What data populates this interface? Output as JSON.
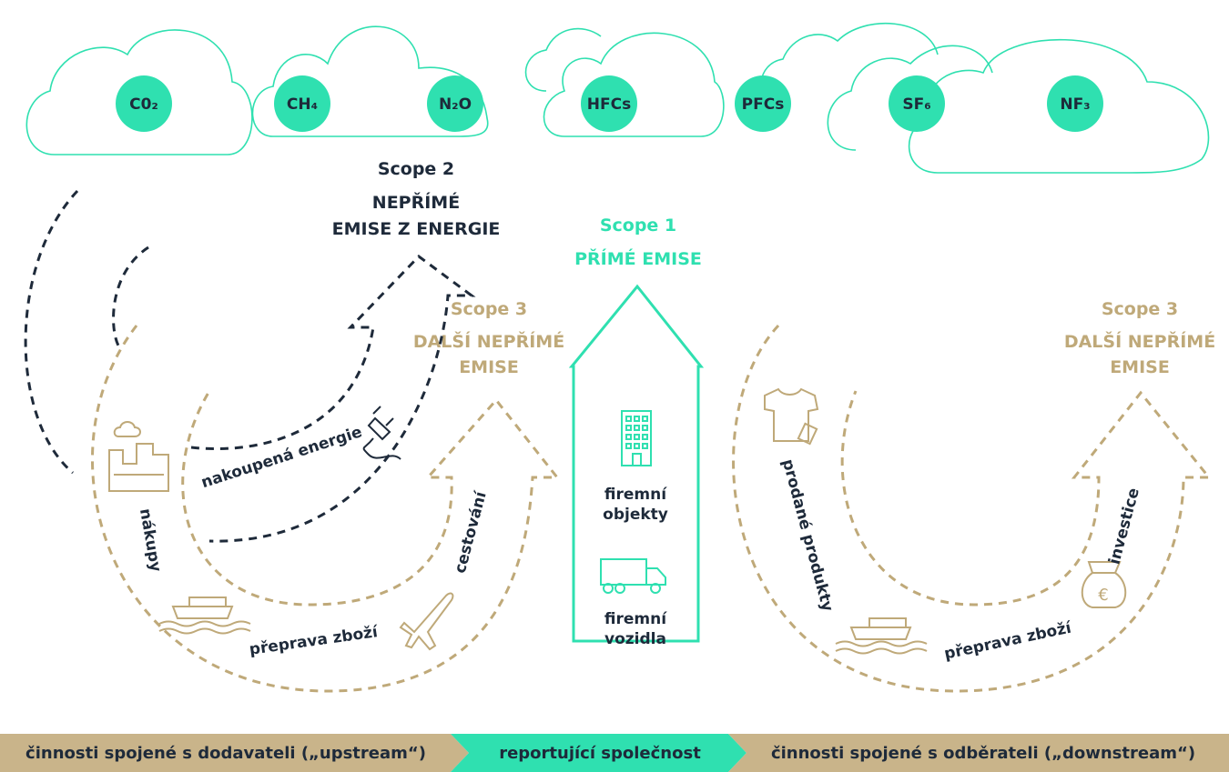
{
  "gases": [
    {
      "label": "C0₂"
    },
    {
      "label": "CH₄"
    },
    {
      "label": "N₂O"
    },
    {
      "label": "HFCs"
    },
    {
      "label": "PFCs"
    },
    {
      "label": "SF₆"
    },
    {
      "label": "NF₃"
    }
  ],
  "scope2": {
    "title": "Scope 2",
    "line1": "NEPŘÍMÉ",
    "line2": "EMISE Z ENERGIE"
  },
  "scope1": {
    "title": "Scope 1",
    "line1": "PŘÍMÉ EMISE"
  },
  "scope3_left": {
    "title": "Scope 3",
    "line1": "DALŠÍ NEPŘÍMÉ",
    "line2": "EMISE"
  },
  "scope3_right": {
    "title": "Scope 3",
    "line1": "DALŠÍ NEPŘÍMÉ",
    "line2": "EMISE"
  },
  "labels": {
    "energy": "nakoupená energie",
    "purchases": "nákupy",
    "travel": "cestování",
    "transport_left": "přeprava zboží",
    "buildings_1": "firemní",
    "buildings_2": "objekty",
    "vehicles_1": "firemní",
    "vehicles_2": "vozidla",
    "sold_products": "prodané produkty",
    "investments": "investice",
    "transport_right": "přeprava zboží"
  },
  "band": {
    "upstream": "činnosti spojené s dodavateli („upstream“)",
    "company": "reportující společnost",
    "downstream": "činnosti spojené s odběrateli („downstream“)"
  },
  "colors": {
    "teal": "#2fe0b0",
    "gold": "#bfa979",
    "dark": "#1e2a3a",
    "band_gold": "#c9b48a",
    "band_teal": "#2fe0b0"
  },
  "icons": [
    "factory-icon",
    "plug-icon",
    "ship-icon",
    "airplane-icon",
    "building-icon",
    "truck-icon",
    "shirt-icon",
    "money-bag-icon"
  ]
}
